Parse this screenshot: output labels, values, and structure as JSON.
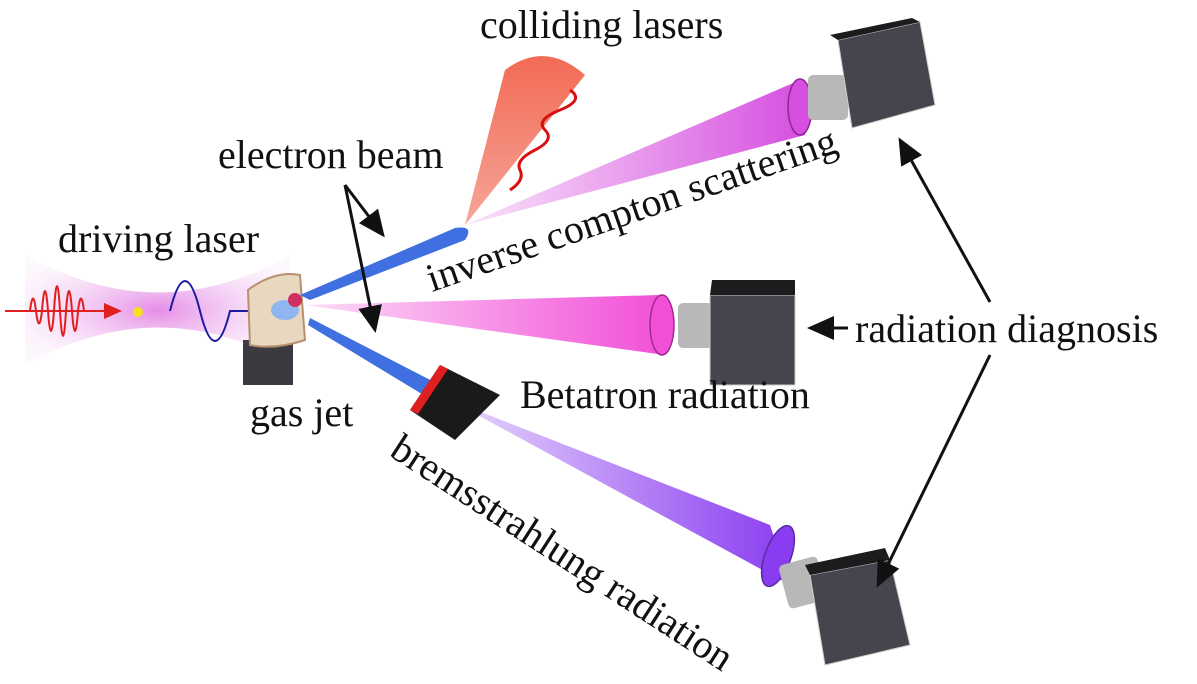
{
  "labels": {
    "colliding_lasers": "colliding lasers",
    "electron_beam": "electron beam",
    "driving_laser": "driving laser",
    "inverse_compton": "inverse compton scattering",
    "radiation_diagnosis": "radiation diagnosis",
    "betatron": "Betatron radiation",
    "gas_jet": "gas jet",
    "bremsstrahlung": "bremsstrahlung radiation"
  },
  "colors": {
    "laser_red": "#e8402a",
    "electron_blue": "#3f6fe0",
    "compton_magenta": "#d64fe0",
    "betatron_pink": "#f24fd8",
    "brems_purple": "#8a3cf0",
    "camera_body": "#45454d",
    "camera_top": "#1c1c1f"
  }
}
